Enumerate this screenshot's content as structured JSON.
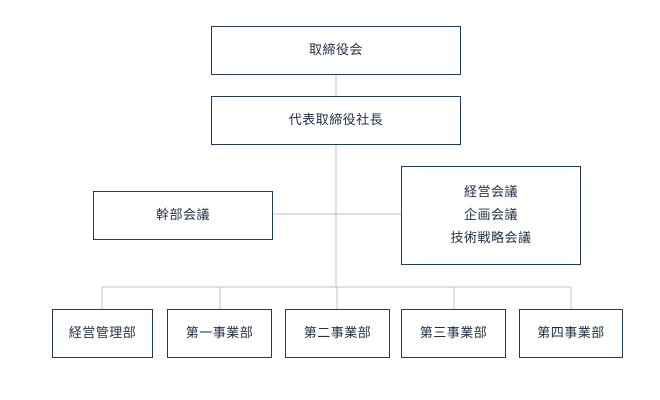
{
  "org_chart": {
    "board": "取締役会",
    "president": "代表取締役社長",
    "executive_meeting": "幹部会議",
    "committees": [
      "経営会議",
      "企画会議",
      "技術戦略会議"
    ],
    "departments": [
      "経営管理部",
      "第一事業部",
      "第二事業部",
      "第三事業部",
      "第四事業部"
    ]
  },
  "colors": {
    "box_border": "#243b55",
    "connector": "#b8c3ce",
    "text": "#1f2f44",
    "background": "#ffffff"
  }
}
